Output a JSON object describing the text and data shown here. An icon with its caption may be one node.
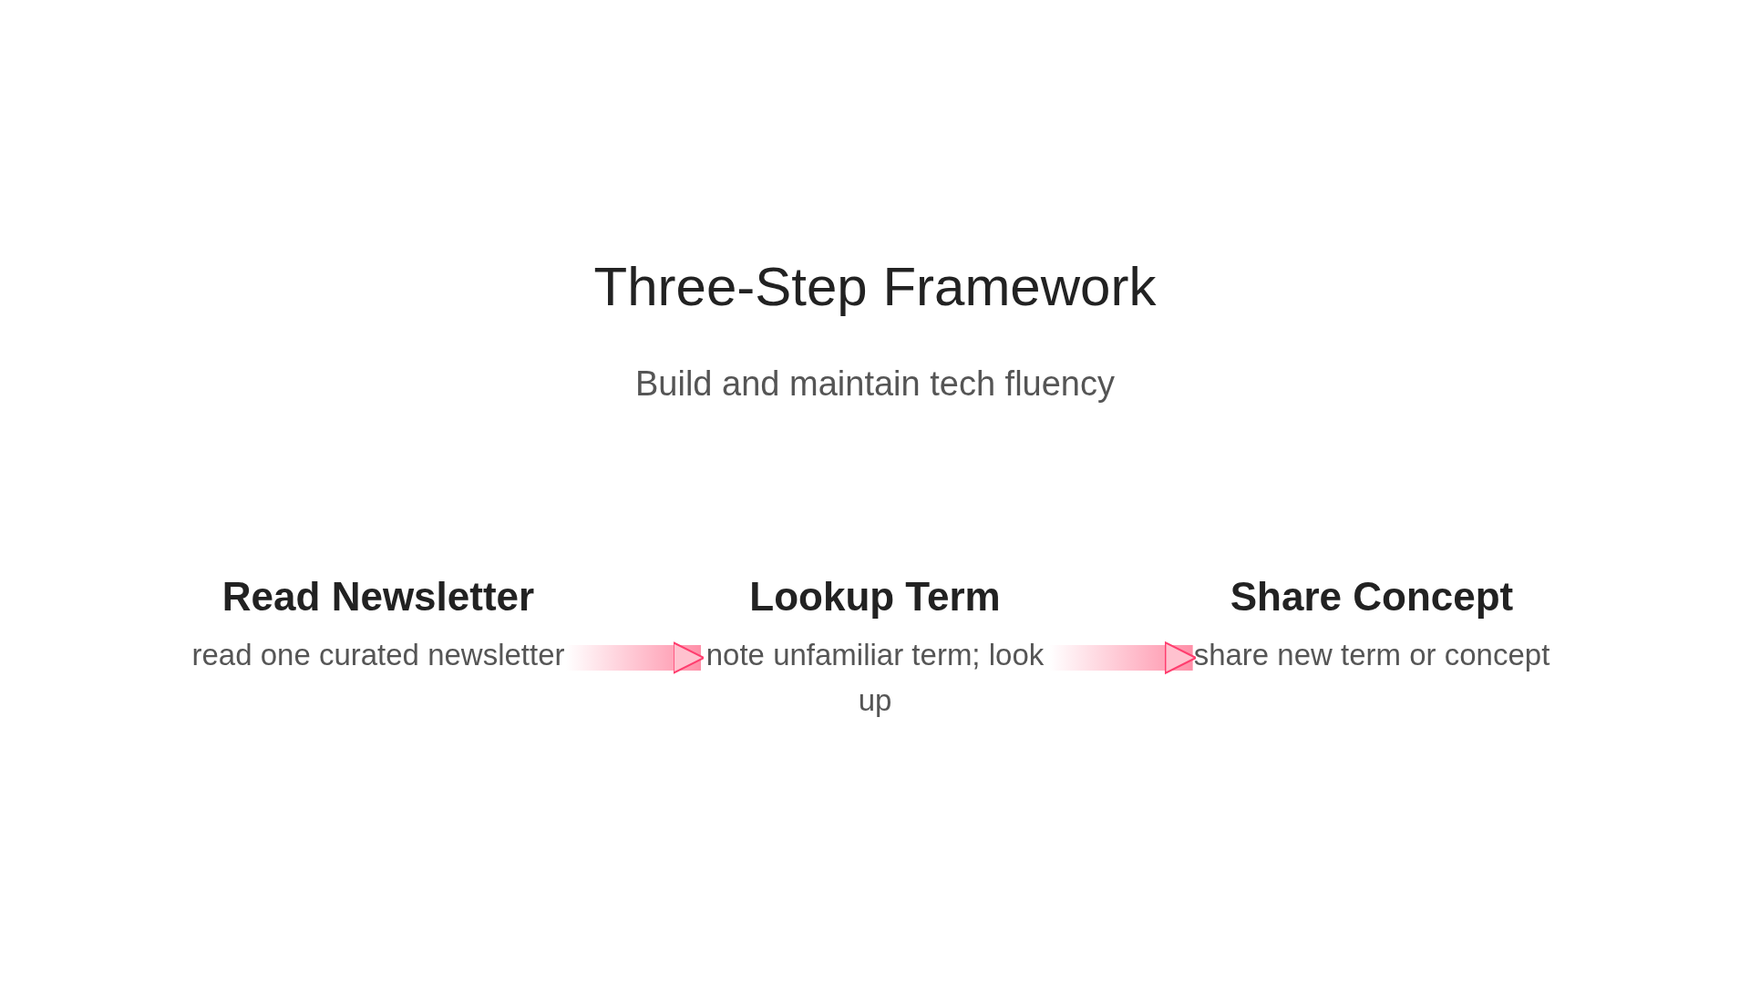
{
  "diagram": {
    "title": "Three-Step Framework",
    "caption": "Build and maintain tech fluency",
    "nodes": [
      {
        "text": [
          "Read Newsletter",
          "read one curated newsletter"
        ]
      },
      {
        "text": [
          "Lookup Term",
          "note unfamiliar term; look up"
        ]
      },
      {
        "text": [
          "Share Concept",
          "share new term or concept"
        ]
      }
    ],
    "edges": [
      {
        "from": 0,
        "to": 1,
        "arrow": "to"
      },
      {
        "from": 1,
        "to": 2,
        "arrow": "to"
      }
    ]
  }
}
